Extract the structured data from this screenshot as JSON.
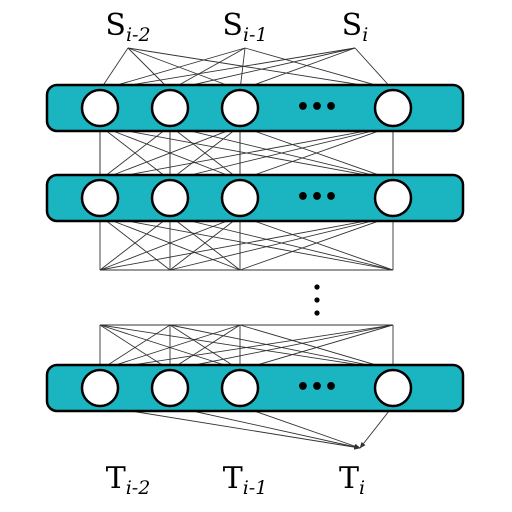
{
  "inputs": [
    {
      "main": "S",
      "sub": "i-2"
    },
    {
      "main": "S",
      "sub": "i-1"
    },
    {
      "main": "S",
      "sub": "i"
    }
  ],
  "outputs": [
    {
      "main": "T",
      "sub": "i-2"
    },
    {
      "main": "T",
      "sub": "i-1"
    },
    {
      "main": "T",
      "sub": "i"
    }
  ],
  "layers": [
    {
      "neurons_shown": 4,
      "ellipsis": "•••"
    },
    {
      "neurons_shown": 4,
      "ellipsis": "•••"
    },
    {
      "neurons_shown": 4,
      "ellipsis": "•••"
    }
  ],
  "colors": {
    "band": "#1ab5c0",
    "neuron": "#ffffff",
    "stroke": "#000000",
    "arrow": "#333333"
  }
}
